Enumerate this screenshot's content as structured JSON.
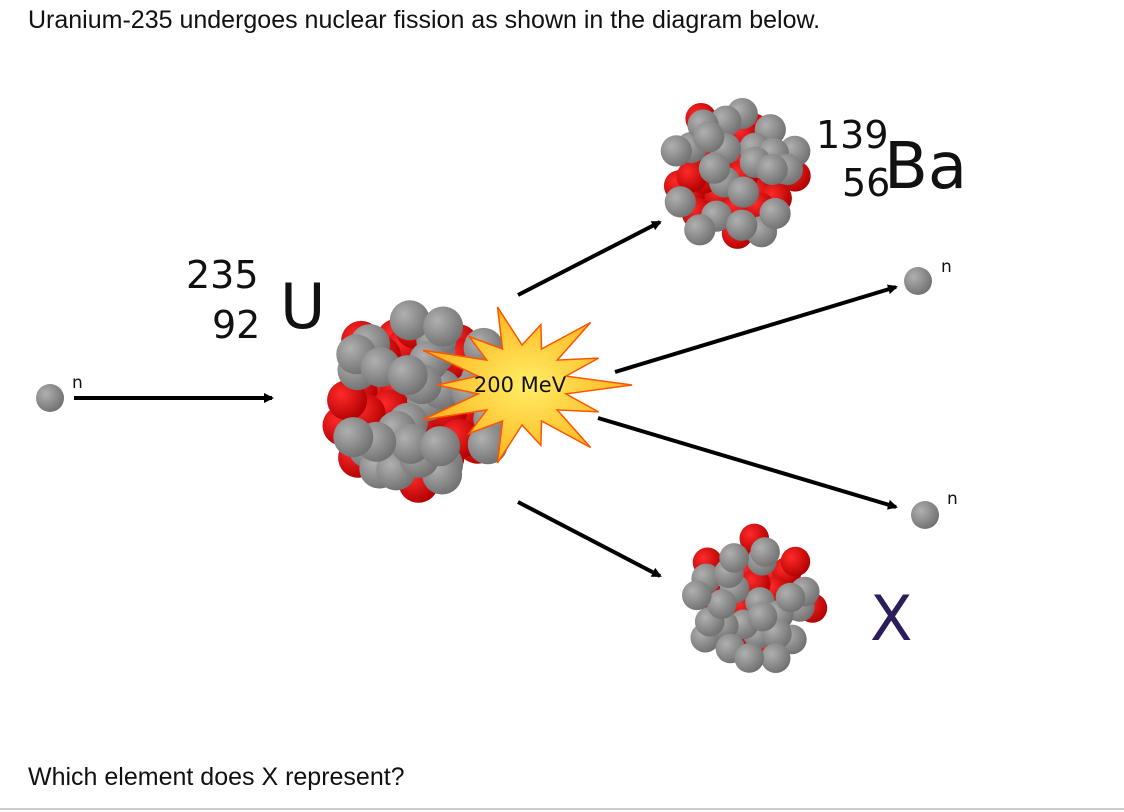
{
  "question_intro": "Uranium-235 undergoes nuclear fission as shown in the diagram below.",
  "question_prompt": "Which element does X represent?",
  "diagram": {
    "uranium": {
      "mass": "235",
      "atomic": "92",
      "symbol": "U"
    },
    "barium": {
      "mass": "139",
      "atomic": "56",
      "symbol": "Ba"
    },
    "neutron_label": "n",
    "energy_label": "200 MeV",
    "unknown_label": "X"
  },
  "colors": {
    "proton": "#e00000",
    "neutron": "#8a8a8a",
    "unknown": "#2b1d5c",
    "burst": "#ffcc22"
  }
}
